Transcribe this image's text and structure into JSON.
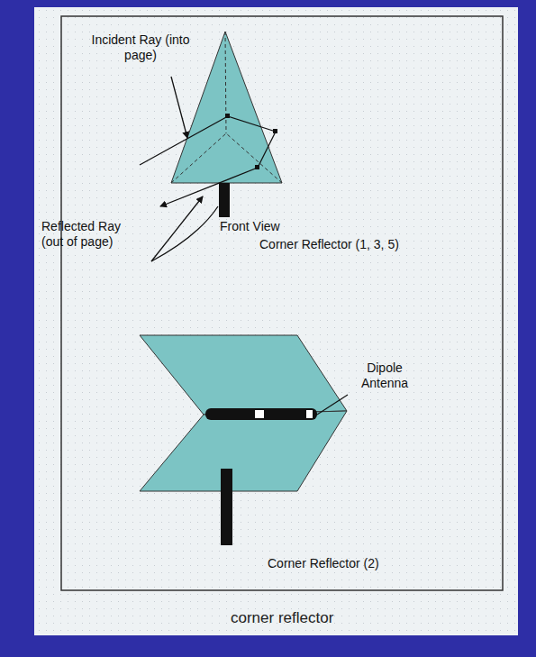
{
  "diagram": {
    "caption": "corner reflector",
    "labels": [
      "Incident Ray (into page)",
      "Reflected Ray (out of page)",
      "Front View",
      "Corner Reflector (1, 3, 5)",
      "Dipole Antenna",
      "Corner Reflector (2)"
    ]
  }
}
